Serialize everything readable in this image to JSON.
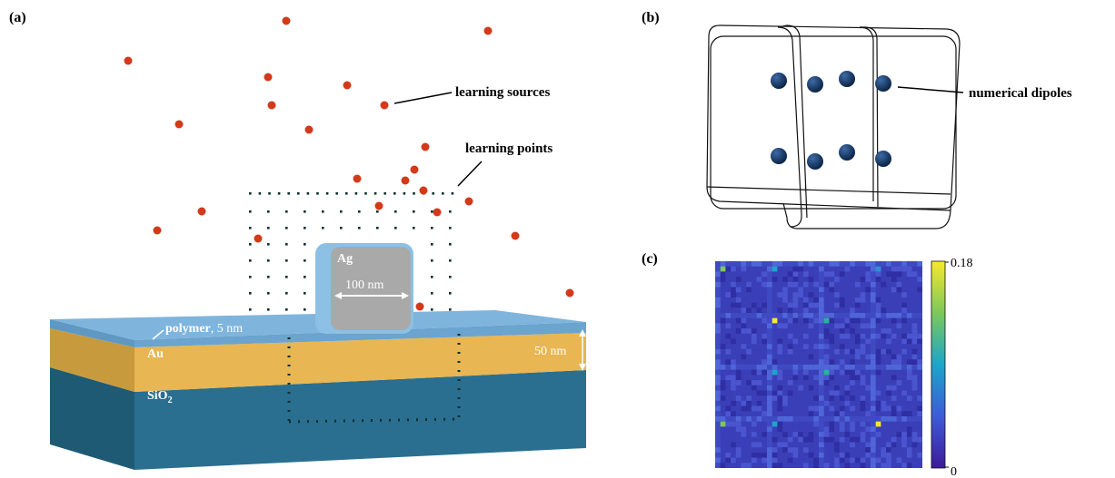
{
  "panels": {
    "a": {
      "label": "(a)",
      "learning_sources_label": "learning sources",
      "learning_points_label": "learning points",
      "ag_label": "Ag",
      "ag_size_label": "100 nm",
      "polymer_label": "polymer",
      "polymer_thickness": ", 5 nm",
      "au_label": "Au",
      "au_thickness": "50 nm",
      "sio2_label": "SiO",
      "sio2_sub": "2"
    },
    "b": {
      "label": "(b)",
      "dipoles_label": "numerical dipoles"
    },
    "c": {
      "label": "(c)",
      "colorbar_max": "0.18",
      "colorbar_min": "0"
    }
  },
  "colors": {
    "source_dot": "#d23a1a",
    "point_dot": "#0d2f33",
    "polymer_top": "#7fb4dc",
    "au_front": "#e8b652",
    "au_side": "#c79a3e",
    "sio2_front": "#2a6f8f",
    "sio2_side": "#1f5a75",
    "ag_fill": "#a9a9a9",
    "ag_shell": "#8cc0e4",
    "dipole": "#0e2f57",
    "heatmap_bg": "#3a3fb8"
  }
}
